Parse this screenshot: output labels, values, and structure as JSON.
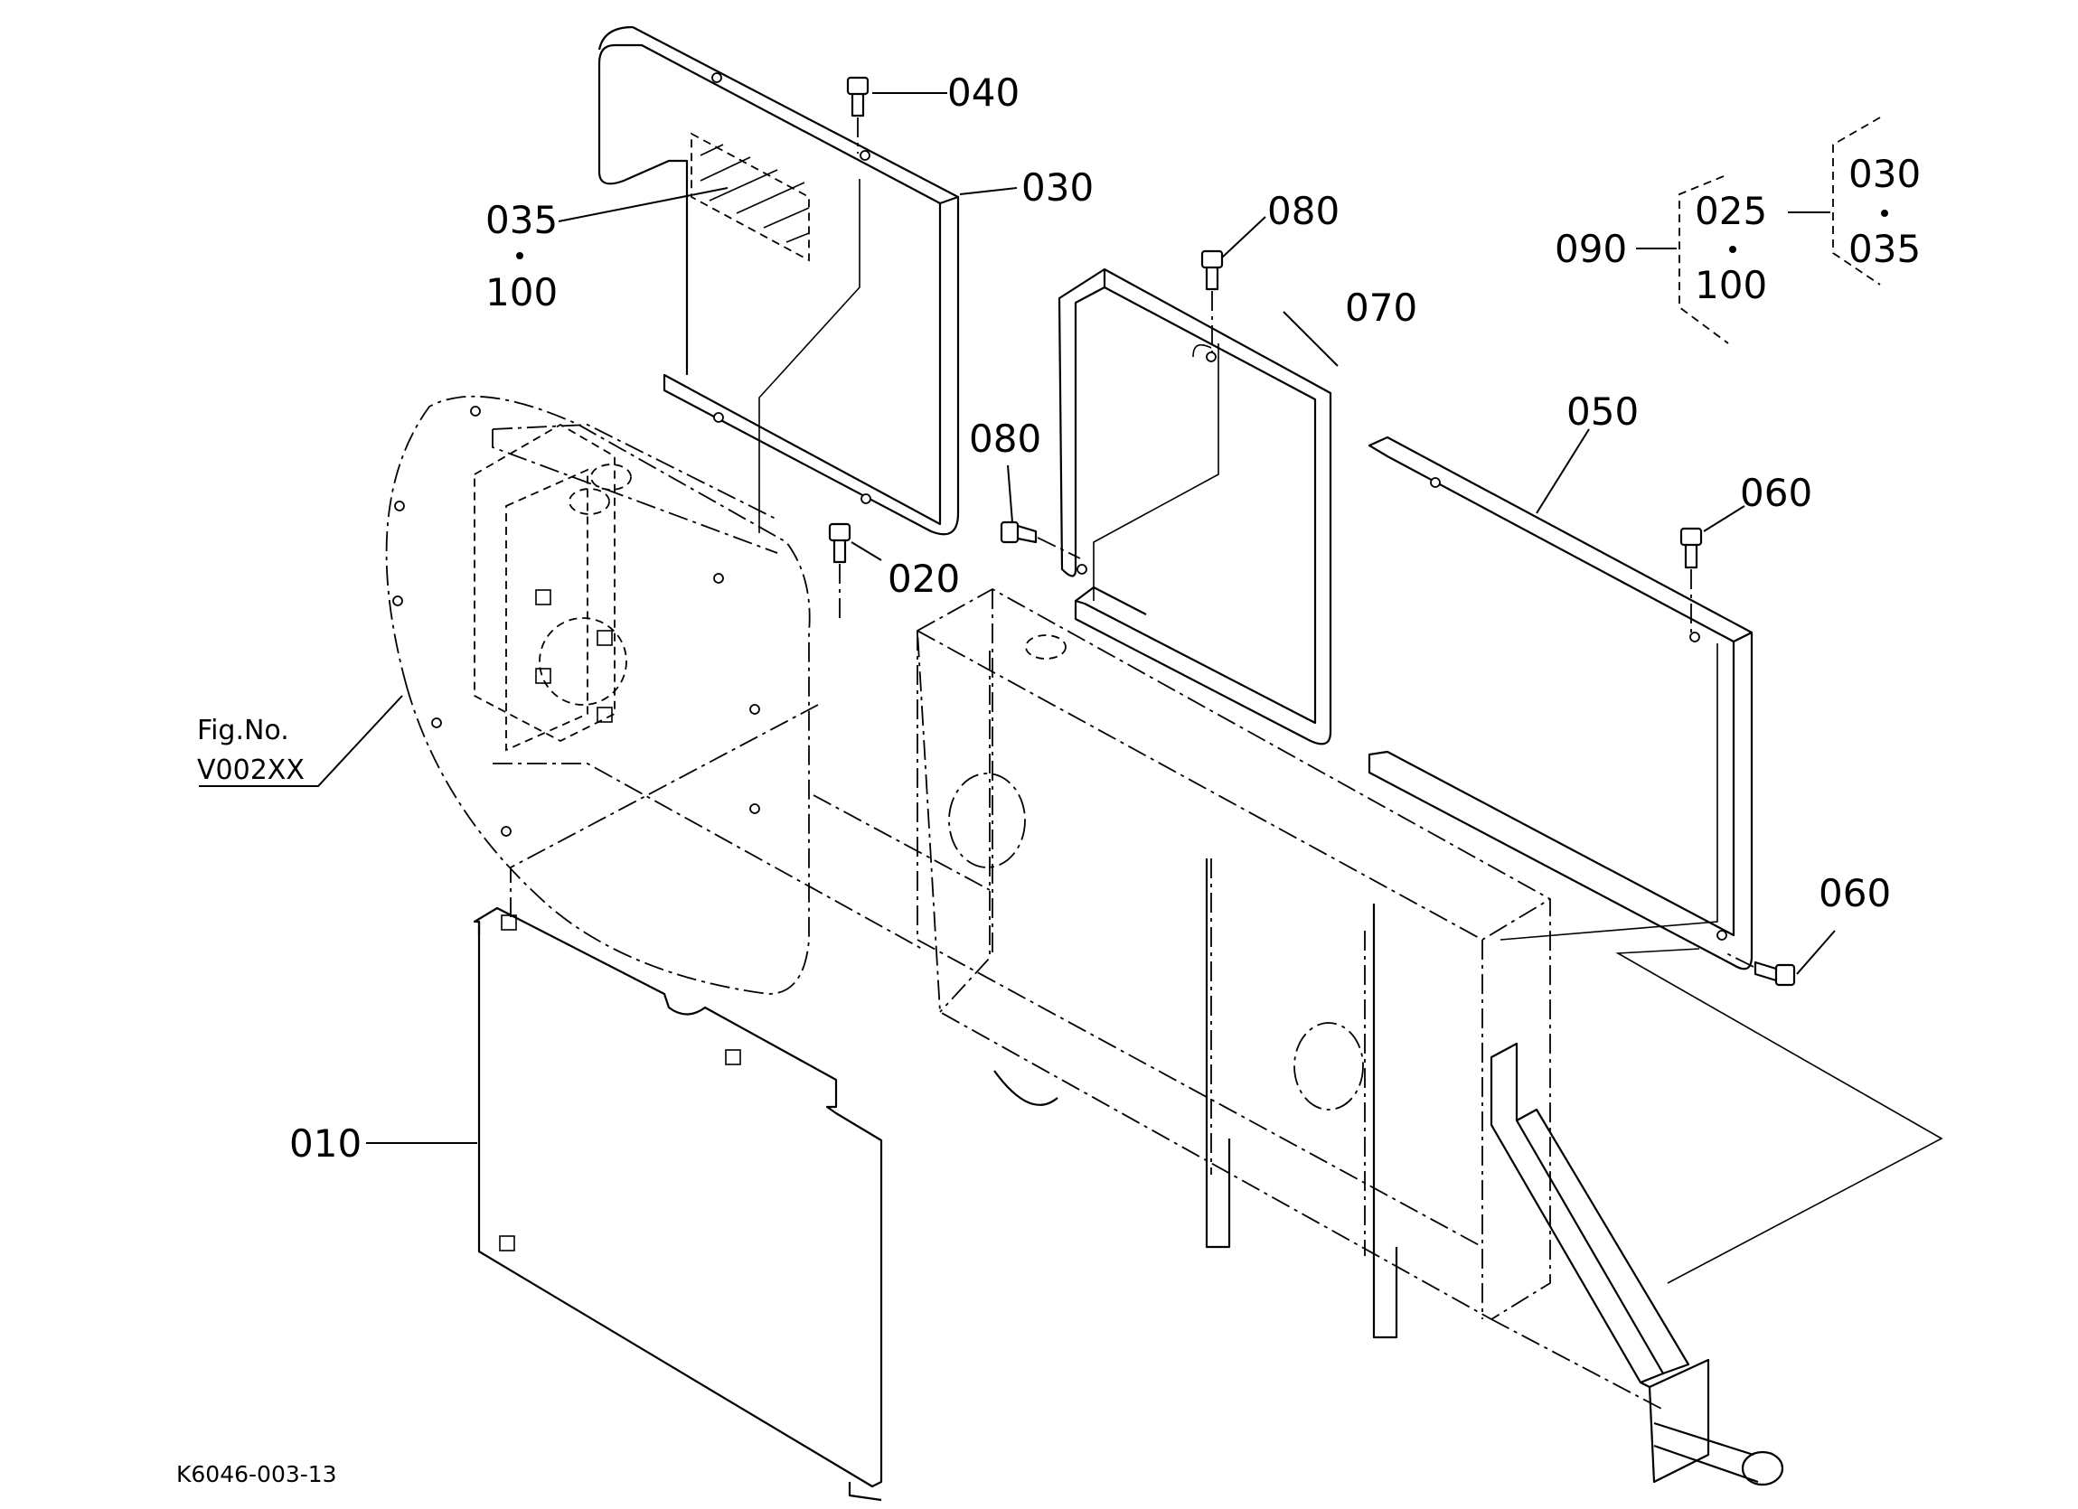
{
  "parts": {
    "p010": "010",
    "p020": "020",
    "p030": "030",
    "p035": "035",
    "p040": "040",
    "p050": "050",
    "p060a": "060",
    "p060b": "060",
    "p070": "070",
    "p080a": "080",
    "p080b": "080",
    "p100": "100",
    "p090": "090"
  },
  "kit_legend": {
    "group": "090",
    "left_top": "025",
    "left_bottom": "100",
    "right_top": "030",
    "right_bottom": "035"
  },
  "figure_ref": {
    "line1": "Fig.No.",
    "line2": "V002XX"
  },
  "drawing_number": "K6046-003-13"
}
